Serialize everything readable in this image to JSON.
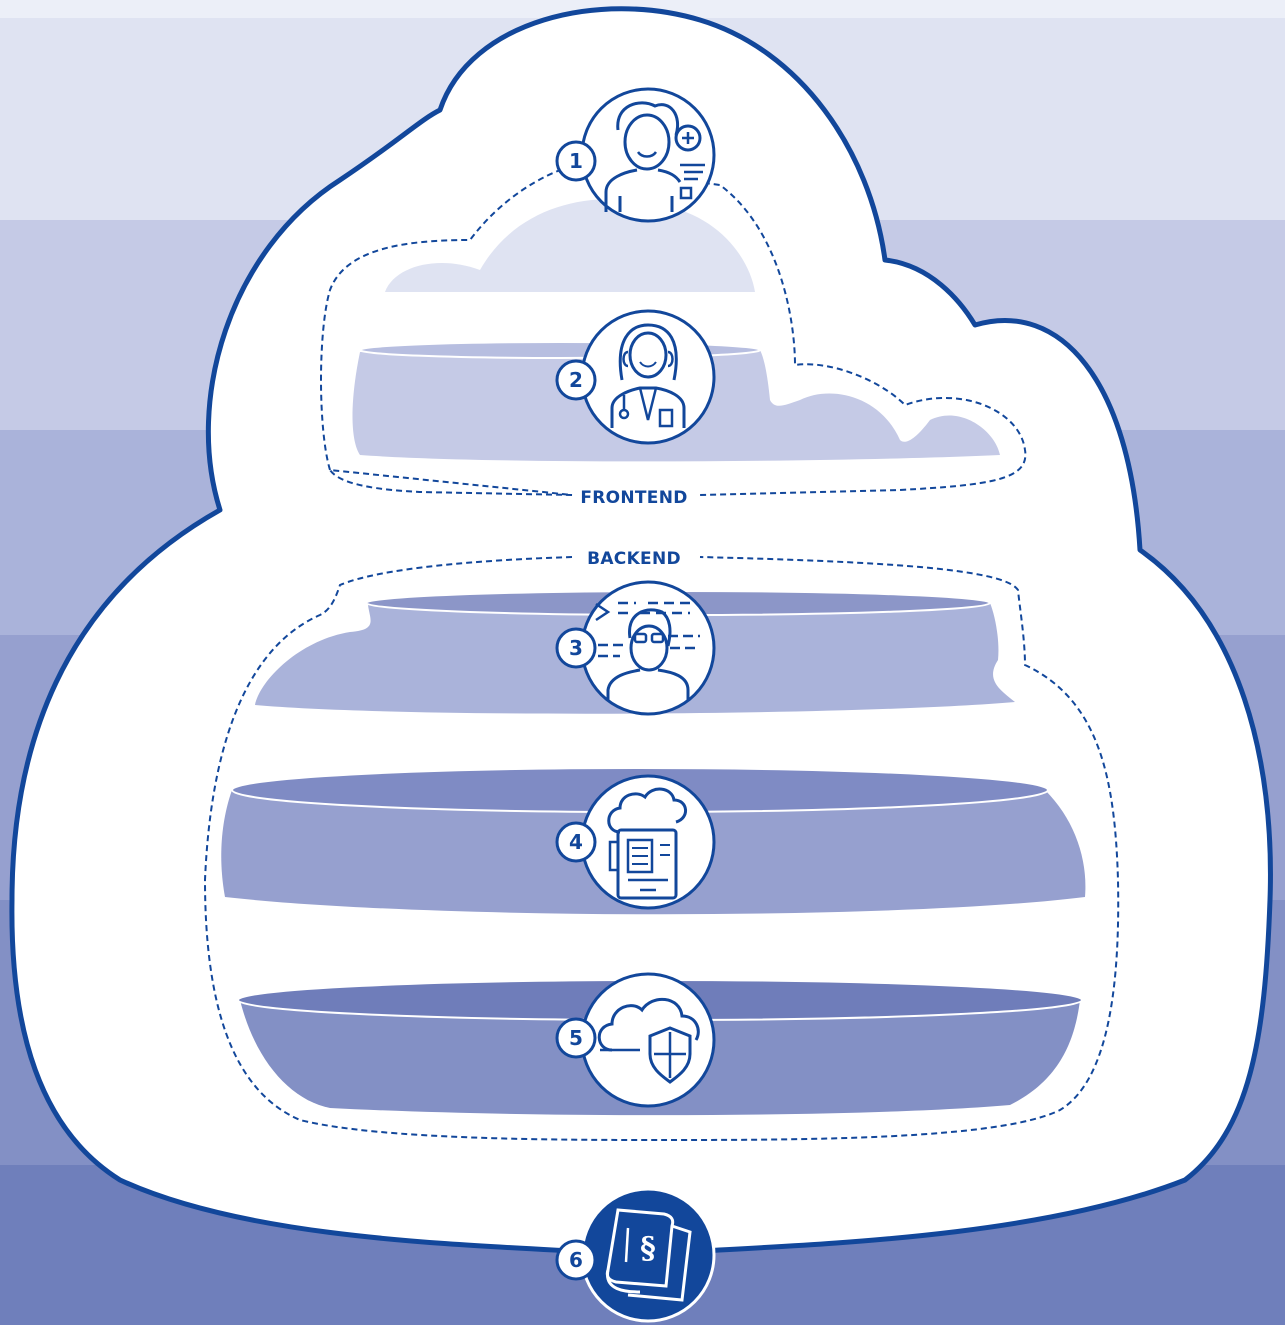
{
  "colors": {
    "brand": "#12479b",
    "band_1": "#dfe3f2",
    "band_2": "#c5cae6",
    "band_3": "#aab3da",
    "band_4": "#96a0cf",
    "band_5": "#8390c5",
    "band_6": "#6f7fbb",
    "cloud": "#ffffff"
  },
  "zones": {
    "frontend": "FRONTEND",
    "backend": "BACKEND"
  },
  "layers": [
    {
      "number": "1",
      "icon": "patient-icon"
    },
    {
      "number": "2",
      "icon": "doctor-icon"
    },
    {
      "number": "3",
      "icon": "developer-icon"
    },
    {
      "number": "4",
      "icon": "cloud-server-icon"
    },
    {
      "number": "5",
      "icon": "cloud-security-icon"
    },
    {
      "number": "6",
      "icon": "law-books-icon"
    }
  ]
}
